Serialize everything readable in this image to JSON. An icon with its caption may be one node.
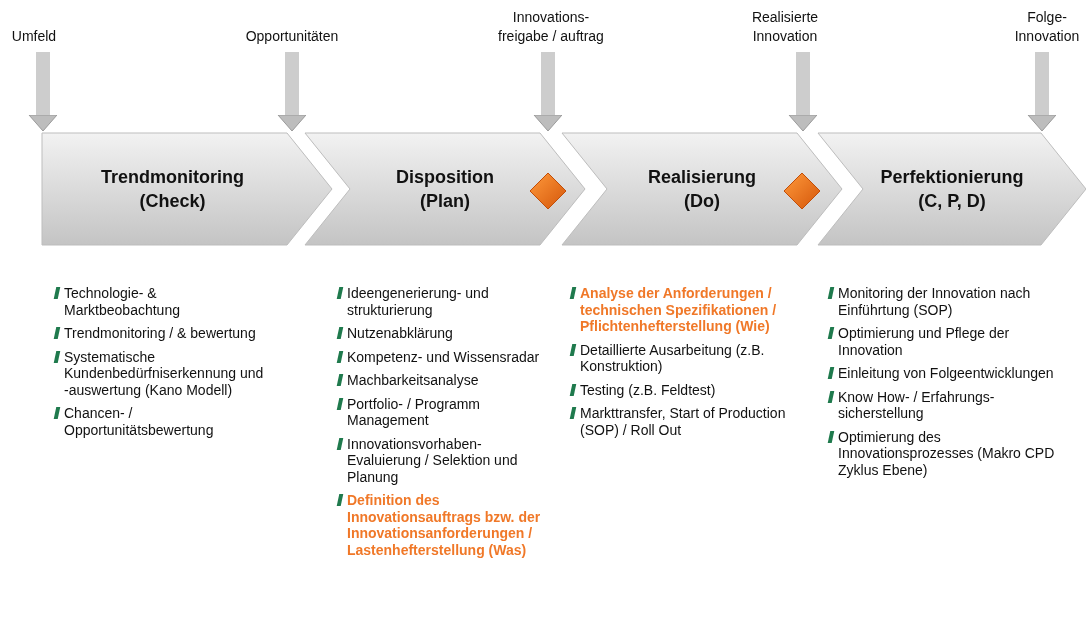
{
  "diagram": {
    "nodes": [
      {
        "text": [
          "Umfeld"
        ]
      },
      {
        "text": [
          "Opportunitäten"
        ]
      },
      {
        "text": [
          "Innovations- freigabe / auftrag"
        ]
      },
      {
        "text": [
          "Realisierte Innovation"
        ]
      },
      {
        "text": [
          "Folge- Innovation"
        ]
      },
      {
        "text": [
          "Trendmonitoring (Check)"
        ],
        "beside": [
          "Technologie- & Marktbeobachtung",
          "Trendmonitoring / & bewertung",
          "Systematische Kundenbedürfniserkennung und -auswertung (Kano Modell)",
          "Chancen- / Opportunitätsbewertung"
        ]
      },
      {
        "text": [
          "Disposition (Plan)"
        ],
        "beside": [
          "Ideengenerierung- und strukturierung",
          "Nutzenabklärung",
          "Kompetenz- und Wissensradar",
          "Machbarkeitsanalyse",
          "Portfolio- / Programm Management",
          "Innovationsvorhaben- Evaluierung / Selektion und Planung",
          "Definition des Innovationsauftrags bzw. der Innovationsanforderungen / Lastenhefterstellung (Was)"
        ]
      },
      {
        "text": [],
        "shape": "diamond",
        "in": 6
      },
      {
        "text": [
          "Realisierung (Do)"
        ],
        "beside": [
          "Analyse der Anforderungen / technischen Spezifikationen / Pflichtenhefterstellung (Wie)",
          "Detaillierte Ausarbeitung (z.B. Konstruktion)",
          "Testing (z.B. Feldtest)",
          "Markttransfer, Start of Production (SOP) / Roll Out"
        ]
      },
      {
        "text": [],
        "shape": "diamond",
        "in": 8
      },
      {
        "text": [
          "Perfektionierung (C, P, D)"
        ],
        "beside": [
          "Monitoring der Innovation nach Einführtung (SOP)",
          "Optimierung und Pflege der Innovation",
          "Einleitung von Folgeentwicklungen",
          "Know How- / Erfahrungs- sicherstellung",
          "Optimierung des Innovationsprozesses (Makro CPD Zyklus Ebene)"
        ]
      }
    ],
    "edges": [
      {
        "from": 0,
        "to": 5,
        "arrow": "to"
      },
      {
        "from": 1,
        "to": 5,
        "arrow": "to"
      },
      {
        "from": 2,
        "to": 6,
        "arrow": "to"
      },
      {
        "from": 3,
        "to": 8,
        "arrow": "to"
      },
      {
        "from": 4,
        "to": 10,
        "arrow": "to"
      }
    ]
  }
}
